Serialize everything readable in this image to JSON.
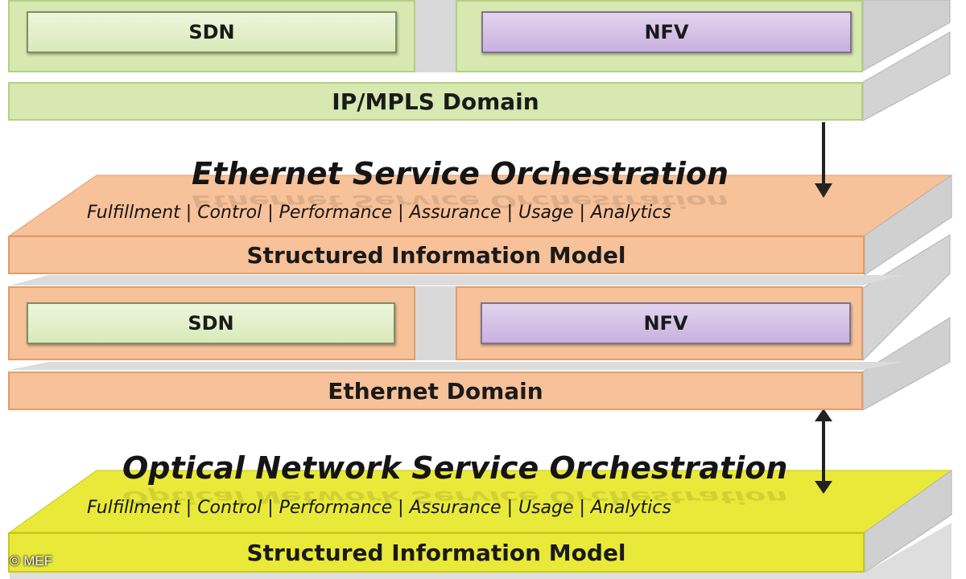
{
  "ip_mpls": {
    "sdn_label": "SDN",
    "nfv_label": "NFV",
    "domain_label": "IP/MPLS Domain"
  },
  "ethernet_orchestration": {
    "title": "Ethernet Service Orchestration",
    "functions": "Fulfillment | Control | Performance | Assurance | Usage | Analytics",
    "model_label": "Structured Information Model"
  },
  "ethernet": {
    "sdn_label": "SDN",
    "nfv_label": "NFV",
    "domain_label": "Ethernet Domain"
  },
  "optical_orchestration": {
    "title": "Optical Network Service Orchestration",
    "functions": "Fulfillment | Control | Performance | Assurance | Usage | Analytics",
    "model_label": "Structured Information Model"
  },
  "copyright": "© MEF",
  "colors": {
    "green": "#d7e8b0",
    "orange": "#f7c199",
    "yellow": "#e9e93a",
    "sdn_fill": "#e4f0cc",
    "nfv_fill": "#d5c3e6",
    "side_gray": "#d0d0d0"
  }
}
